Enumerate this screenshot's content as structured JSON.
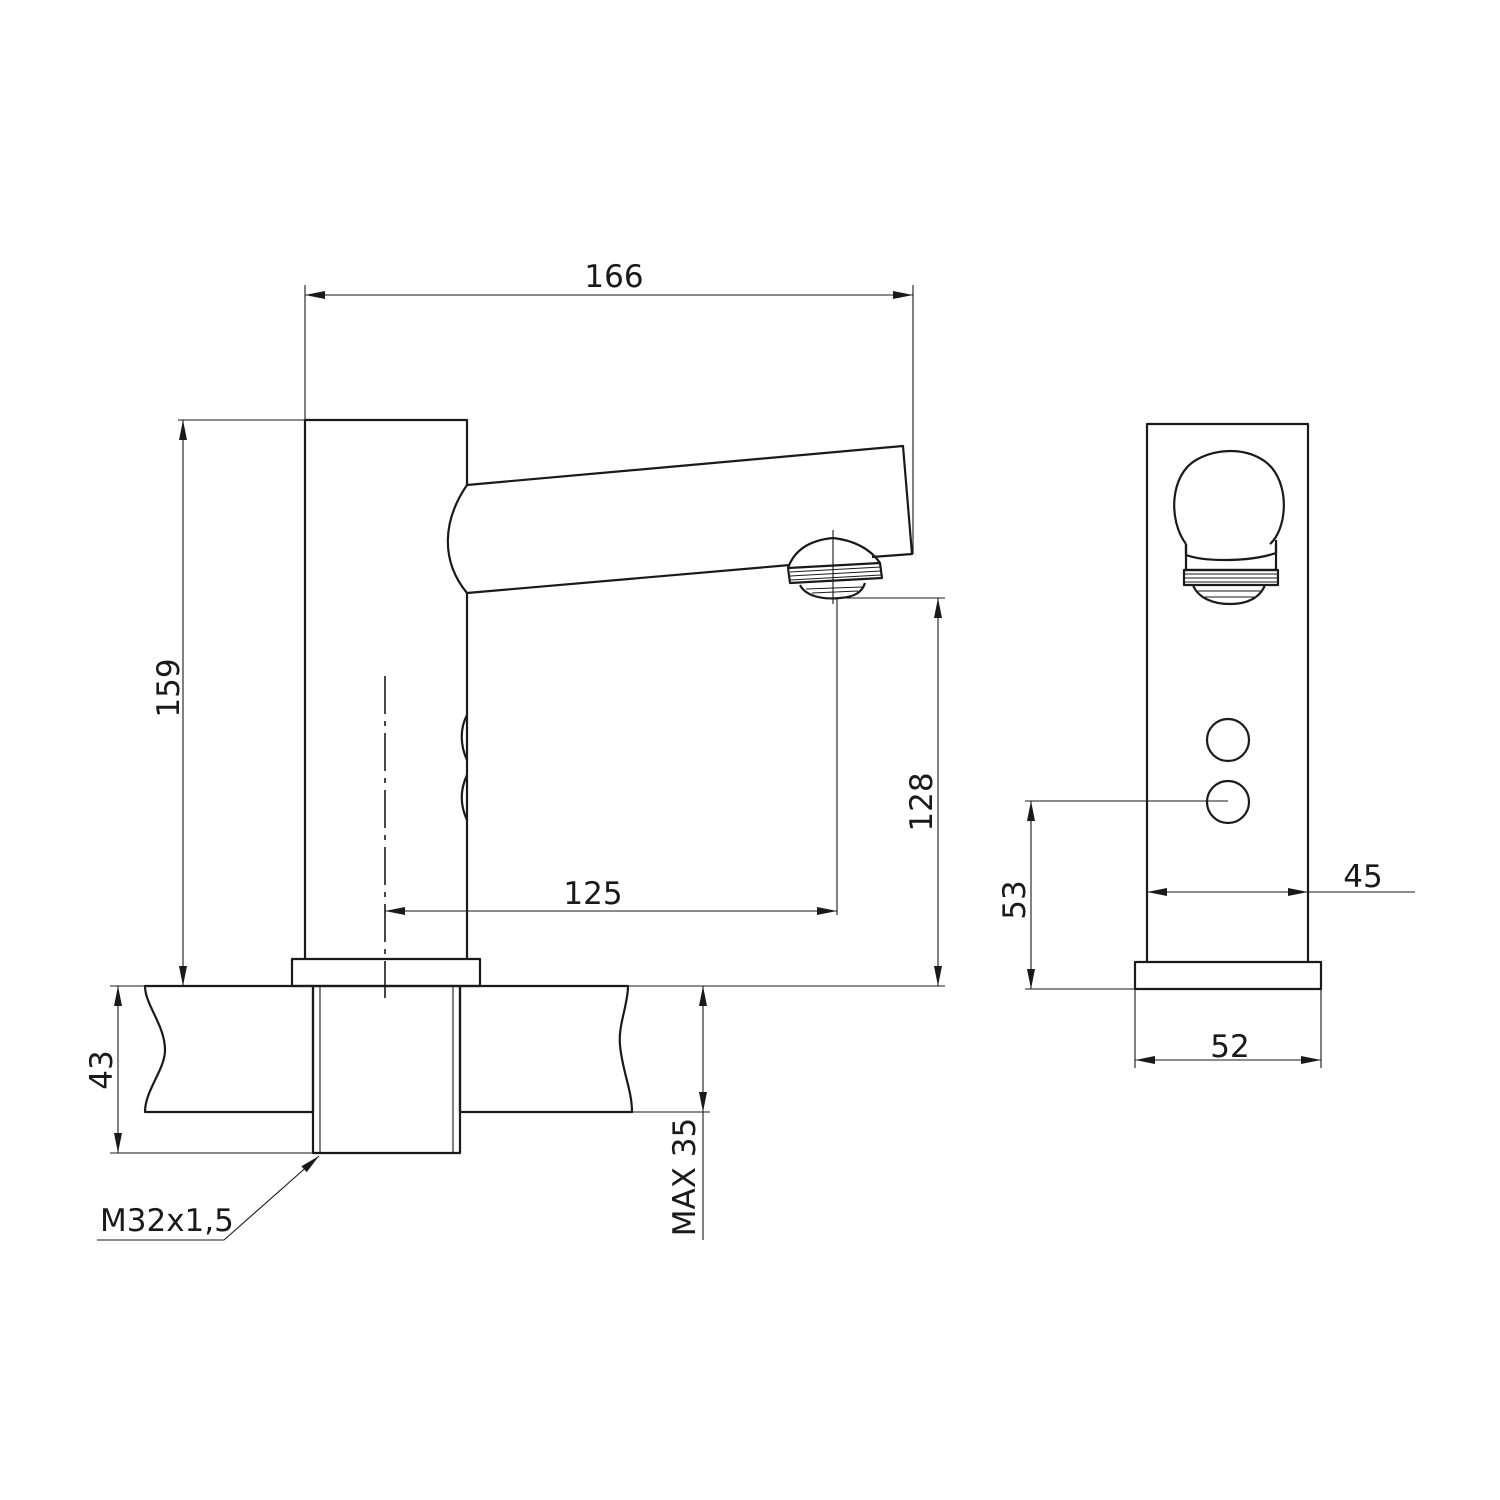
{
  "dimensions": {
    "width_overall": "166",
    "height_overall": "159",
    "spout_height": "128",
    "spout_reach": "125",
    "counter_thickness": "43",
    "max_counter": "MAX 35",
    "thread": "M32x1,5",
    "side_height": "53",
    "side_width": "45",
    "base_width": "52"
  },
  "colors": {
    "line": "#1a1a1a",
    "background": "#ffffff"
  }
}
